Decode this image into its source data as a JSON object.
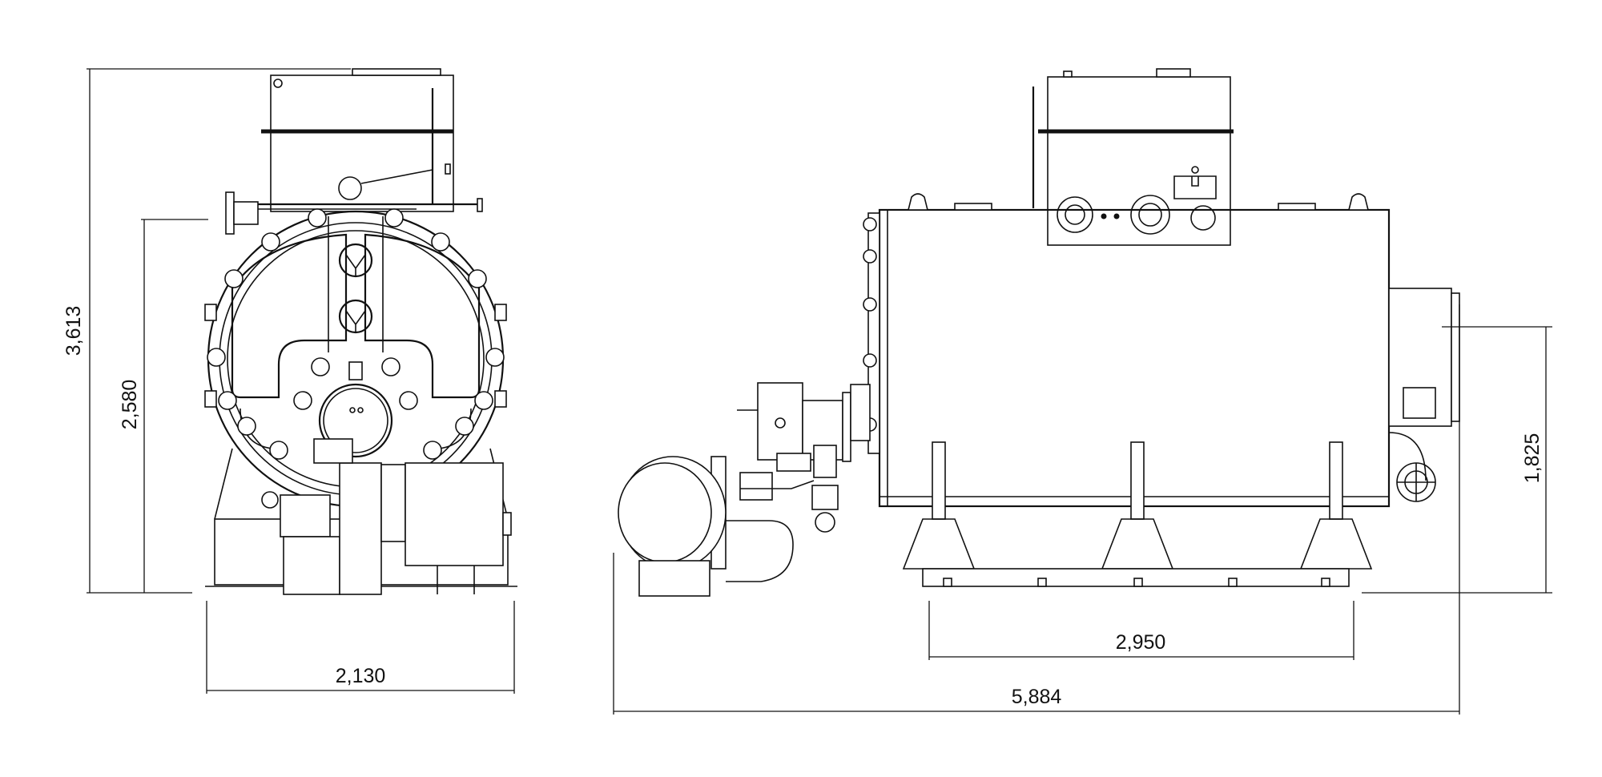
{
  "dimensions": {
    "front_overall_height": "3,613",
    "front_center_height": "2,580",
    "front_width": "2,130",
    "side_outlet_height": "1,825",
    "side_base_length": "2,950",
    "side_overall_length": "5,884"
  }
}
